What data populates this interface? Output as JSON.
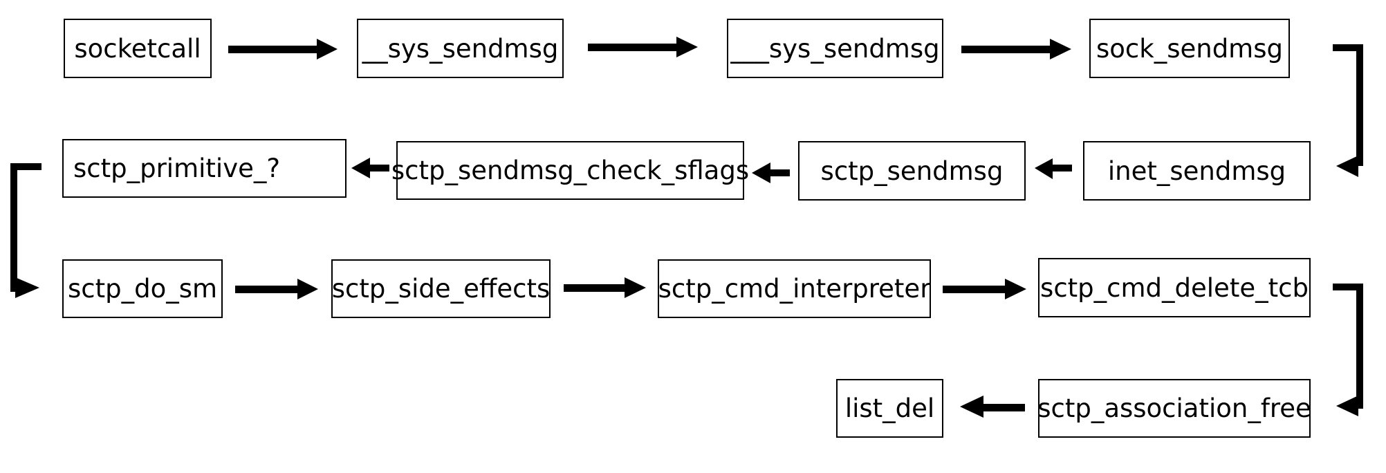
{
  "diagram": {
    "row1": [
      "socketcall",
      "__sys_sendmsg",
      "___sys_sendmsg",
      "sock_sendmsg"
    ],
    "row2": [
      "sctp_primitive_?",
      "sctp_sendmsg_check_sflags",
      "sctp_sendmsg",
      "inet_sendmsg"
    ],
    "row3": [
      "sctp_do_sm",
      "sctp_side_effects",
      "sctp_cmd_interpreter",
      "sctp_cmd_delete_tcb"
    ],
    "row4": [
      "list_del",
      "sctp_association_free"
    ]
  },
  "colors": {
    "line": "#000000",
    "background": "#ffffff"
  }
}
